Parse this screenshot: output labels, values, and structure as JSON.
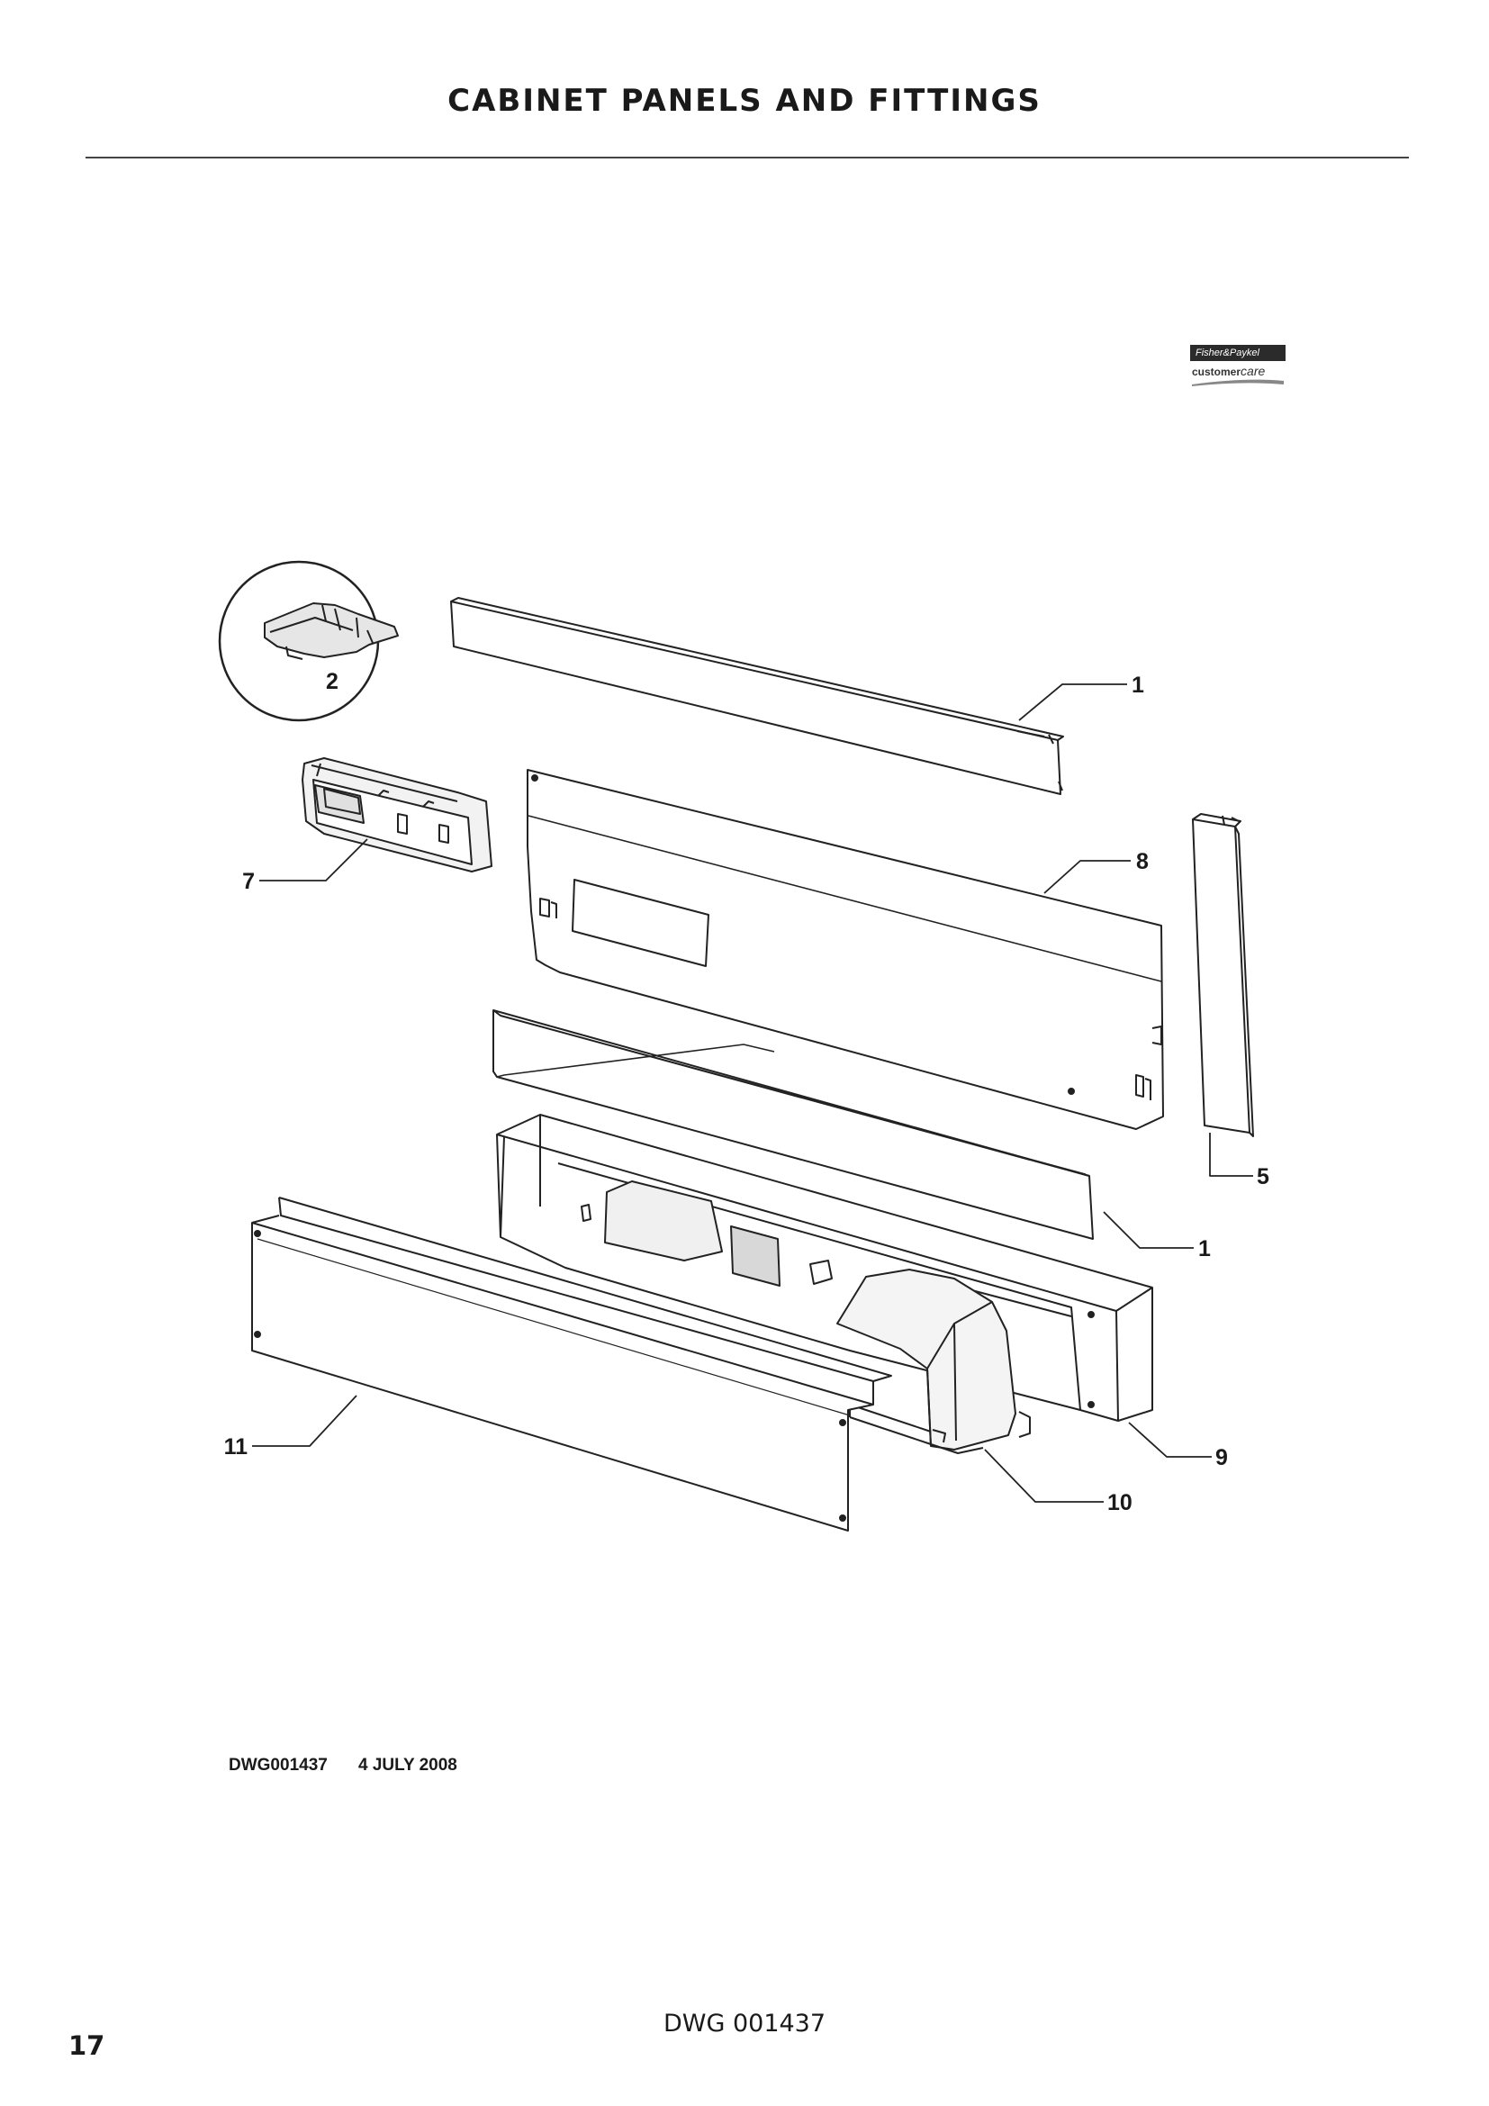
{
  "page": {
    "title": "CABINET PANELS AND FITTINGS",
    "page_number": "17",
    "bottom_reference": "DWG 001437"
  },
  "logo": {
    "brand_top": "Fisher&Paykel",
    "brand_bottom": "customer",
    "brand_script": "care"
  },
  "drawing": {
    "reference": "DWG001437",
    "date": "4 JULY 2008",
    "callouts": {
      "c2": "2",
      "c1a": "1",
      "c7": "7",
      "c8": "8",
      "c5": "5",
      "c1b": "1",
      "c11": "11",
      "c9": "9",
      "c10": "10"
    }
  }
}
